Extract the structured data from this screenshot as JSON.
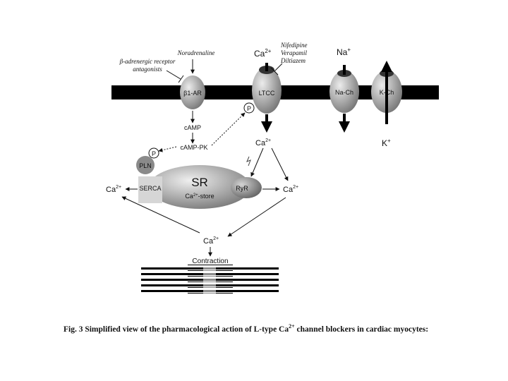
{
  "labels": {
    "noradrenaline": "Noradrenaline",
    "beta_antagonists_l1": "β-adrenergic receptor",
    "beta_antagonists_l2": "antagonists",
    "blockers": [
      "Nifedipine",
      "Verapamil",
      "Diltiazem"
    ],
    "b1ar": "β1-AR",
    "ltcc": "LTCC",
    "nach": "Na-Ch",
    "kch": "K-Ch",
    "na_ion": "Na",
    "na_charge": "+",
    "k_ion": "K",
    "k_charge": "+",
    "ca": "Ca",
    "ca_charge": "2+",
    "camp": "cAMP",
    "camp_pk": "cAMP-PK",
    "p": "P",
    "pln": "PLN",
    "serca": "SERCA",
    "sr": "SR",
    "sr_store": "-store",
    "ryr": "RyR",
    "contraction": "Contraction"
  },
  "caption": {
    "main": "Fig. 3 Simplified view of the pharmacological action of L-type Ca",
    "sup": "2+",
    "tail": " channel blockers in cardiac myocytes:"
  },
  "colors": {
    "membrane": "#000000",
    "channel_light": "#e6e6e6",
    "channel_dark": "#6f6f6f",
    "sr_light": "#e8e8e8",
    "sr_dark": "#7a7a7a",
    "pln": "#8a8a8a",
    "serca": "#d6d6d6"
  }
}
